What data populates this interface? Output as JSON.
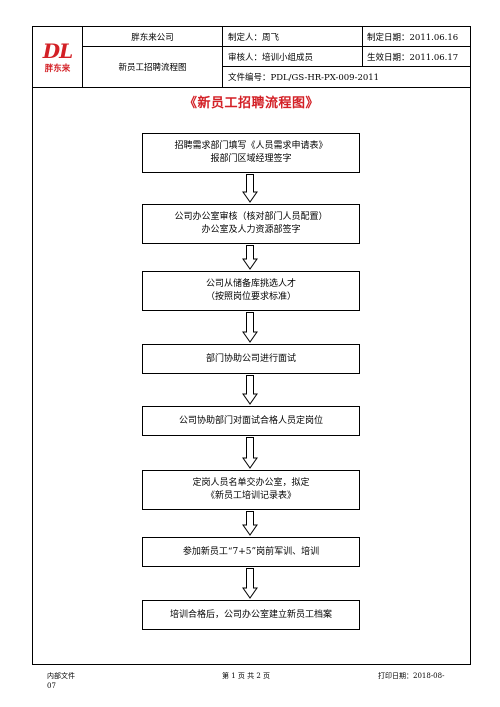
{
  "header": {
    "logo_mark": "DL",
    "logo_text": "胖东来",
    "company": "胖东来公司",
    "doc_title": "新员工招聘流程图",
    "maker": "制定人：周飞",
    "make_date": "制定日期：2011.06.16",
    "reviewer": "审核人：培训小组成员",
    "effective_date": "生效日期：2011.06.17",
    "doc_no": "文件编号：PDL/GS-HR-PX-009-2011"
  },
  "main_title": "《新员工招聘流程图》",
  "steps": [
    {
      "line1": "招聘需求部门填写《人员需求申请表》",
      "line2": "报部门区域经理签字"
    },
    {
      "line1": "公司办公室审核（核对部门人员配置）",
      "line2": "办公室及人力资源部签字"
    },
    {
      "line1": "公司从储备库挑选人才",
      "line2": "（按照岗位要求标准）"
    },
    {
      "line1": "部门协助公司进行面试",
      "line2": ""
    },
    {
      "line1": "公司协助部门对面试合格人员定岗位",
      "line2": ""
    },
    {
      "line1": "定岗人员名单交办公室，拟定",
      "line2": "《新员工培训记录表》"
    },
    {
      "line1": "参加新员工“7+5”岗前军训、培训",
      "line2": ""
    },
    {
      "line1": "培训合格后，公司办公室建立新员工档案",
      "line2": ""
    }
  ],
  "footer": {
    "left_line1": "内部文件",
    "left_line2": "07",
    "page": "第 1 页 共 2 页",
    "print_date": "打印日期：2018-08-"
  },
  "colors": {
    "brand_red": "#d32026"
  }
}
